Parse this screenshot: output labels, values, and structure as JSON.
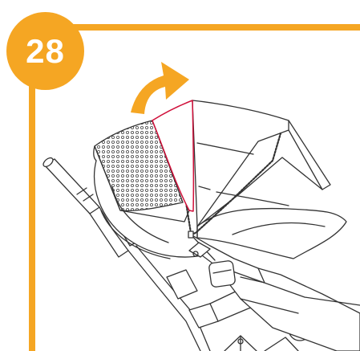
{
  "step": {
    "number": "28"
  },
  "colors": {
    "accent": "#F5A623",
    "line": "#333333",
    "highlight": "#D0103A",
    "fabric_dots": "#555555"
  },
  "illustration": {
    "subject": "stroller-seat-canopy",
    "action": "fold-canopy-back",
    "arrow_icon": "curved-arrow-icon"
  }
}
